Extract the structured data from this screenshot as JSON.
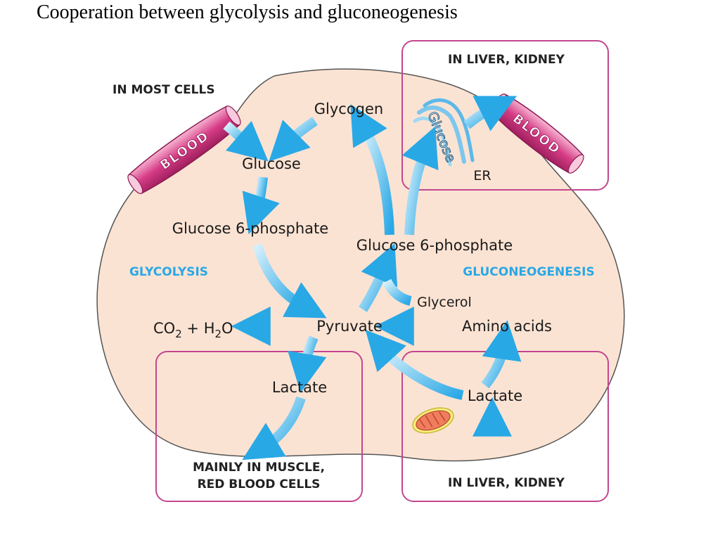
{
  "title": "Cooperation between glycolysis and gluconeogenesis",
  "regions": {
    "most_cells": "IN MOST CELLS",
    "liver_kidney_top": "IN LIVER, KIDNEY",
    "muscle_line1": "MAINLY IN MUSCLE,",
    "muscle_line2": "RED BLOOD CELLS",
    "liver_kidney_bottom": "IN LIVER, KIDNEY"
  },
  "pathways": {
    "glycolysis": "GLYCOLYSIS",
    "gluconeogenesis": "GLUCONEOGENESIS"
  },
  "metabolites": {
    "glycogen": "Glycogen",
    "glucose": "Glucose",
    "glucose_6_phosphate_left": "Glucose 6-phosphate",
    "glucose_6_phosphate_right": "Glucose 6-phosphate",
    "pyruvate": "Pyruvate",
    "glycerol": "Glycerol",
    "amino_acids": "Amino acids",
    "lactate_left": "Lactate",
    "lactate_right": "Lactate",
    "co2": "CO",
    "co2_sub": "2",
    "h2o_plus": " + H",
    "h2o_sub": "2",
    "h2o_o": "O",
    "er_glucose": "Glucose",
    "er": "ER"
  },
  "blood_left": "BLOOD",
  "blood_right": "BLOOD",
  "colors": {
    "cell_fill": "#fbe3d3",
    "arrow": "#29a8e6",
    "box_border": "#c2478f",
    "blood_vessel": "#d63c86",
    "pathway_text": "#29a8e6",
    "mitochondrion": "#ef7d5e"
  },
  "icons": {
    "mitochondrion": "mitochondrion-icon",
    "endoplasmic_reticulum": "er-icon",
    "blood_vessel": "blood-vessel-icon"
  }
}
